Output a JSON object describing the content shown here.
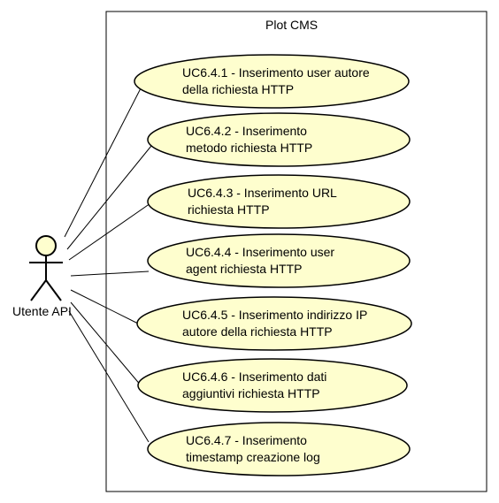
{
  "system": {
    "title": "Plot CMS"
  },
  "actor": {
    "name": "Utente API"
  },
  "colors": {
    "use_case_fill": "#FEFECE",
    "use_case_stroke": "#000000",
    "actor_fill": "#FEFECE",
    "line": "#000000",
    "background": "#FFFFFF"
  },
  "use_cases": [
    {
      "line1": "UC6.4.1 - Inserimento user autore",
      "line2": "della richiesta HTTP"
    },
    {
      "line1": "UC6.4.2 - Inserimento",
      "line2": "metodo richiesta HTTP"
    },
    {
      "line1": "UC6.4.3 - Inserimento URL",
      "line2": "richiesta HTTP"
    },
    {
      "line1": "UC6.4.4 - Inserimento user",
      "line2": "agent richiesta HTTP"
    },
    {
      "line1": "UC6.4.5 - Inserimento indirizzo IP",
      "line2": "autore della richiesta HTTP"
    },
    {
      "line1": "UC6.4.6 - Inserimento dati",
      "line2": "aggiuntivi richiesta HTTP"
    },
    {
      "line1": "UC6.4.7 - Inserimento",
      "line2": "timestamp creazione log"
    }
  ]
}
